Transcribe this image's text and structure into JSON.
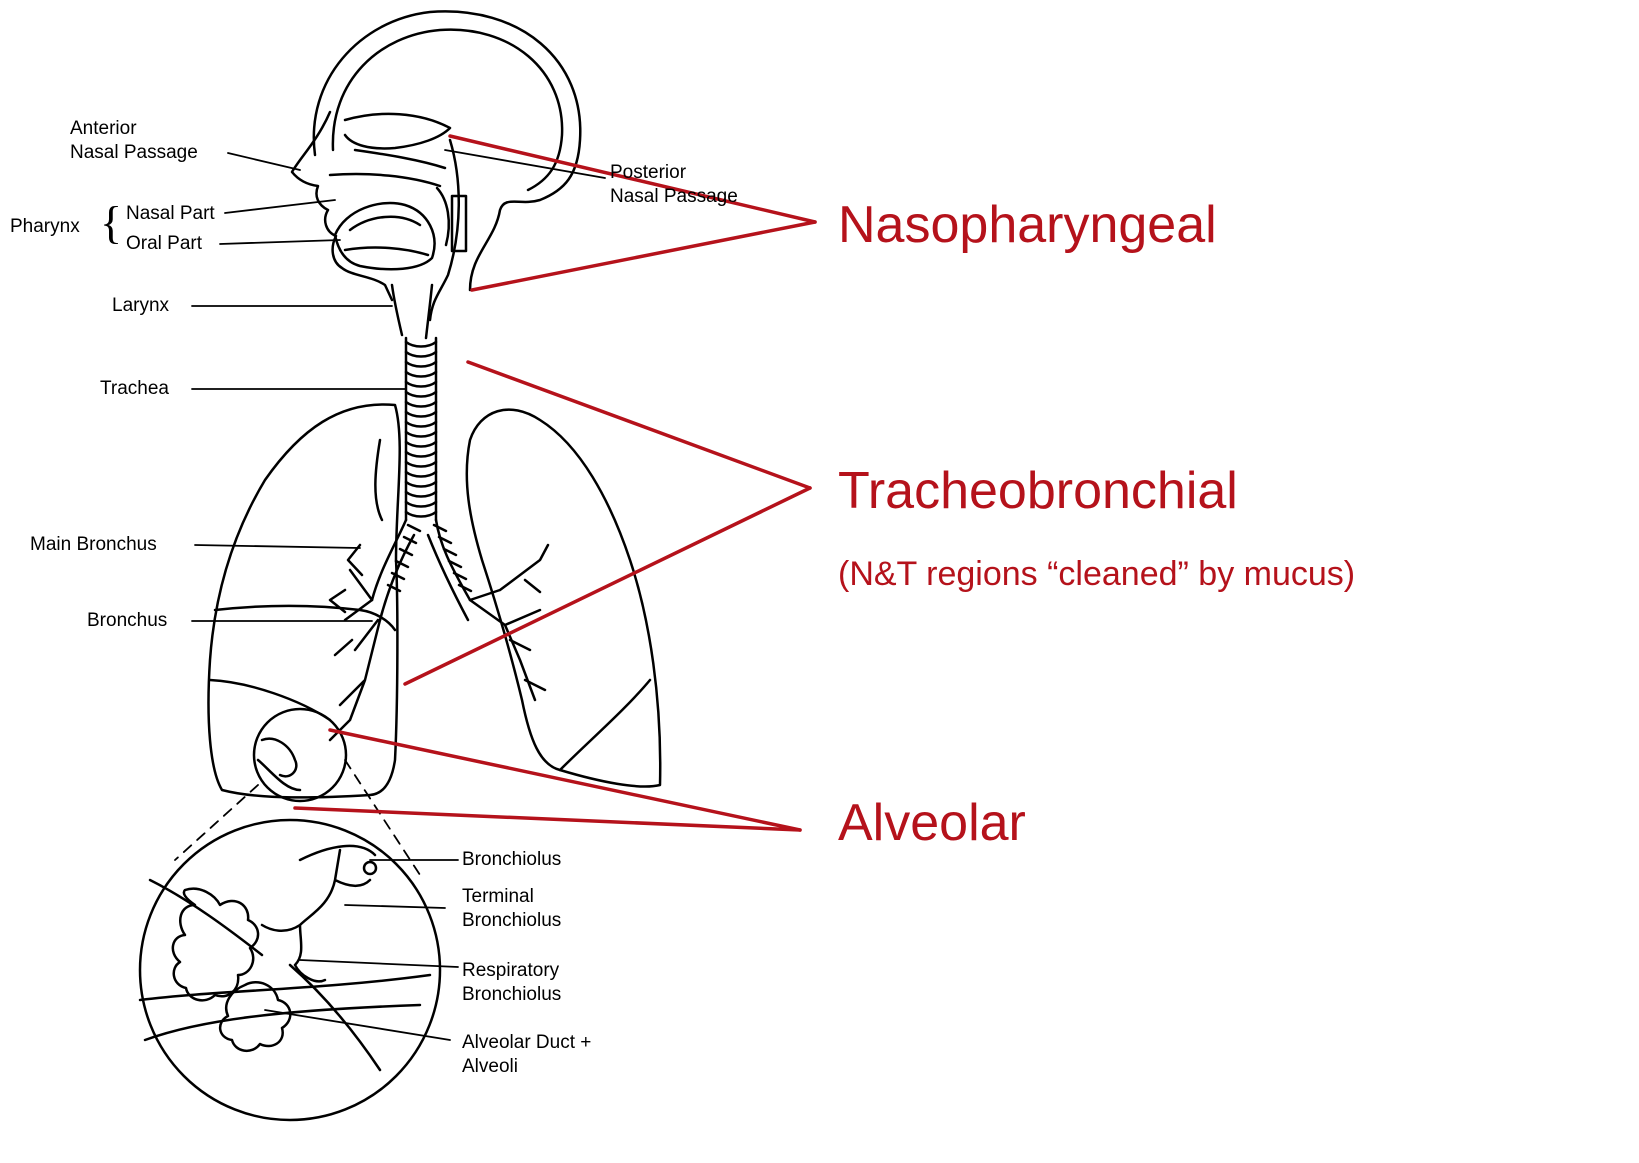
{
  "labels": {
    "anterior_nasal_1": "Anterior",
    "anterior_nasal_2": "Nasal Passage",
    "posterior_nasal_1": "Posterior",
    "posterior_nasal_2": "Nasal Passage",
    "pharynx": "Pharynx",
    "nasal_part": "Nasal Part",
    "oral_part": "Oral Part",
    "larynx": "Larynx",
    "trachea": "Trachea",
    "main_bronchus": "Main Bronchus",
    "bronchus": "Bronchus",
    "bronchiolus": "Bronchiolus",
    "terminal_1": "Terminal",
    "terminal_2": "Bronchiolus",
    "respiratory_1": "Respiratory",
    "respiratory_2": "Bronchiolus",
    "alveolar_duct_1": "Alveolar Duct +",
    "alveolar_duct_2": "Alveoli"
  },
  "regions": {
    "nasopharyngeal": "Nasopharyngeal",
    "tracheobronchial": "Tracheobronchial",
    "note": "(N&T regions “cleaned” by mucus)",
    "alveolar": "Alveolar"
  },
  "colors": {
    "region_red": "#b5121b",
    "ink": "#000000"
  }
}
